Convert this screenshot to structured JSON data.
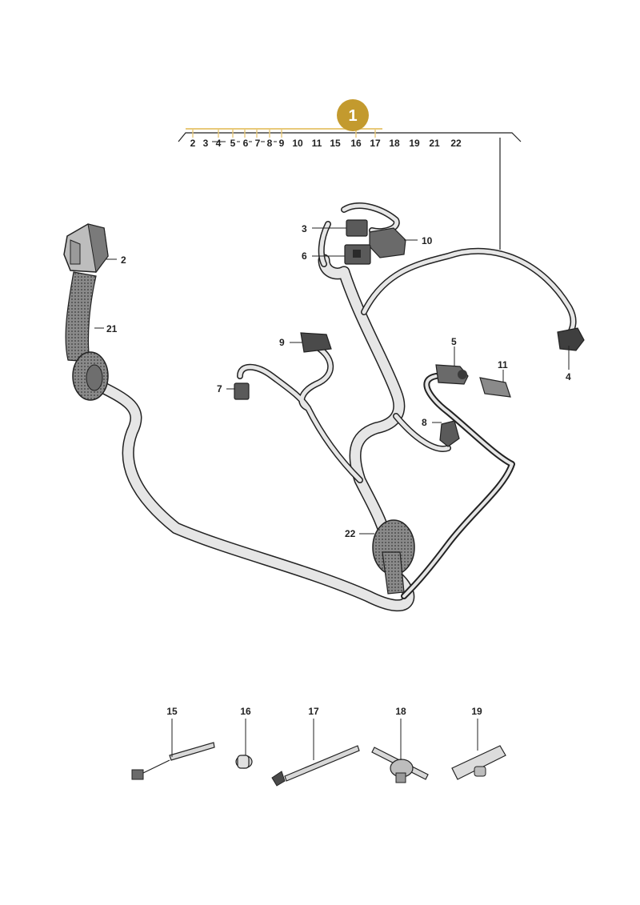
{
  "colors": {
    "badge_fill": "#C39A2E",
    "highlight_line": "#E8C979",
    "line": "#222222",
    "harness": "#E6E6E6",
    "connector": "#5A5A5A",
    "sleeve": "#8C8C8C"
  },
  "main_badge": {
    "label": "1"
  },
  "strip_numbers": [
    "2",
    "3",
    "4",
    "5",
    "6",
    "7",
    "8",
    "9",
    "10",
    "11",
    "15",
    "16",
    "17",
    "18",
    "19",
    "21",
    "22"
  ],
  "callouts": {
    "c2": "2",
    "c21": "21",
    "c3": "3",
    "c6": "6",
    "c10": "10",
    "c9": "9",
    "c7": "7",
    "c5": "5",
    "c11": "11",
    "c4": "4",
    "c8": "8",
    "c22": "22",
    "c15": "15",
    "c16": "16",
    "c17": "17",
    "c18": "18",
    "c19": "19"
  }
}
